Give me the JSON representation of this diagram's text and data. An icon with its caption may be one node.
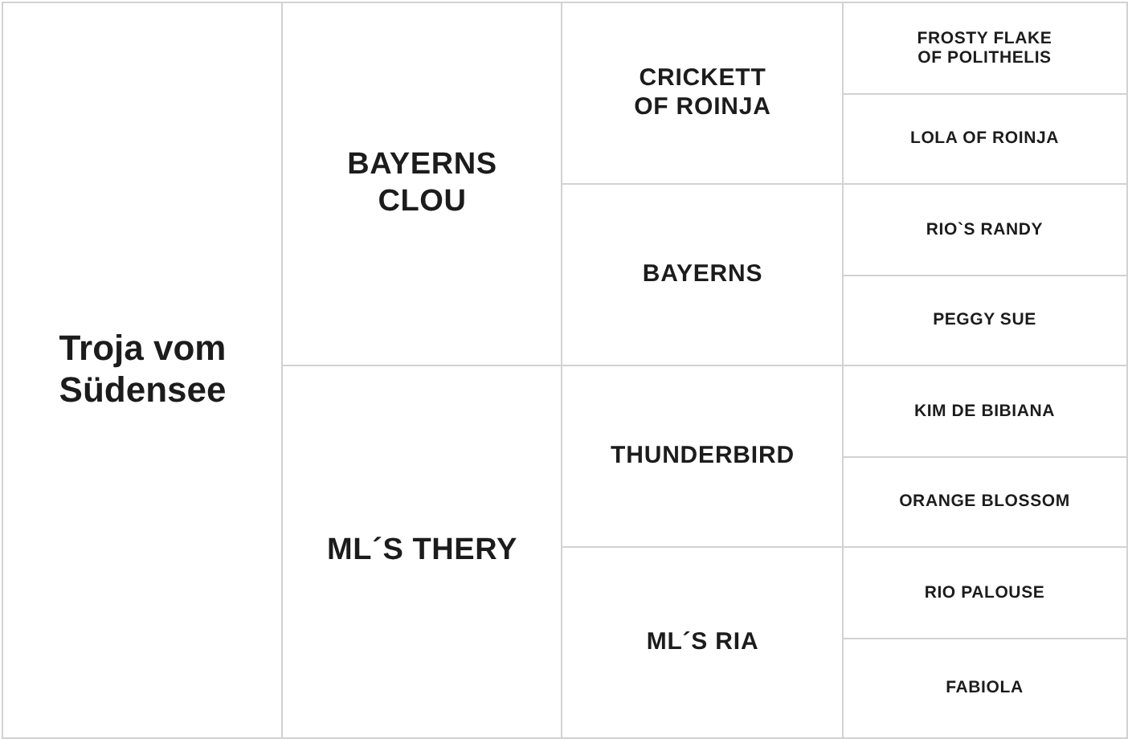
{
  "diagram": {
    "nodes": [
      {
        "text": [
          "Troja vom Südensee"
        ]
      },
      {
        "text": [
          "BAYERNS CLOU"
        ]
      },
      {
        "text": [
          "CRICKETT OF ROINJA"
        ]
      },
      {
        "text": [
          "FROSTY FLAKE OF POLITHELIS"
        ]
      },
      {
        "text": [
          "LOLA OF ROINJA"
        ]
      },
      {
        "text": [
          "BAYERNS"
        ]
      },
      {
        "text": [
          "RIO`S RANDY"
        ]
      },
      {
        "text": [
          "PEGGY SUE"
        ]
      },
      {
        "text": [
          "ML´S THERY"
        ]
      },
      {
        "text": [
          "THUNDERBIRD"
        ]
      },
      {
        "text": [
          "KIM DE BIBIANA"
        ]
      },
      {
        "text": [
          "ORANGE BLOSSOM"
        ]
      },
      {
        "text": [
          "ML´S RIA"
        ]
      },
      {
        "text": [
          "RIO PALOUSE"
        ]
      },
      {
        "text": [
          "FABIOLA"
        ]
      }
    ]
  }
}
